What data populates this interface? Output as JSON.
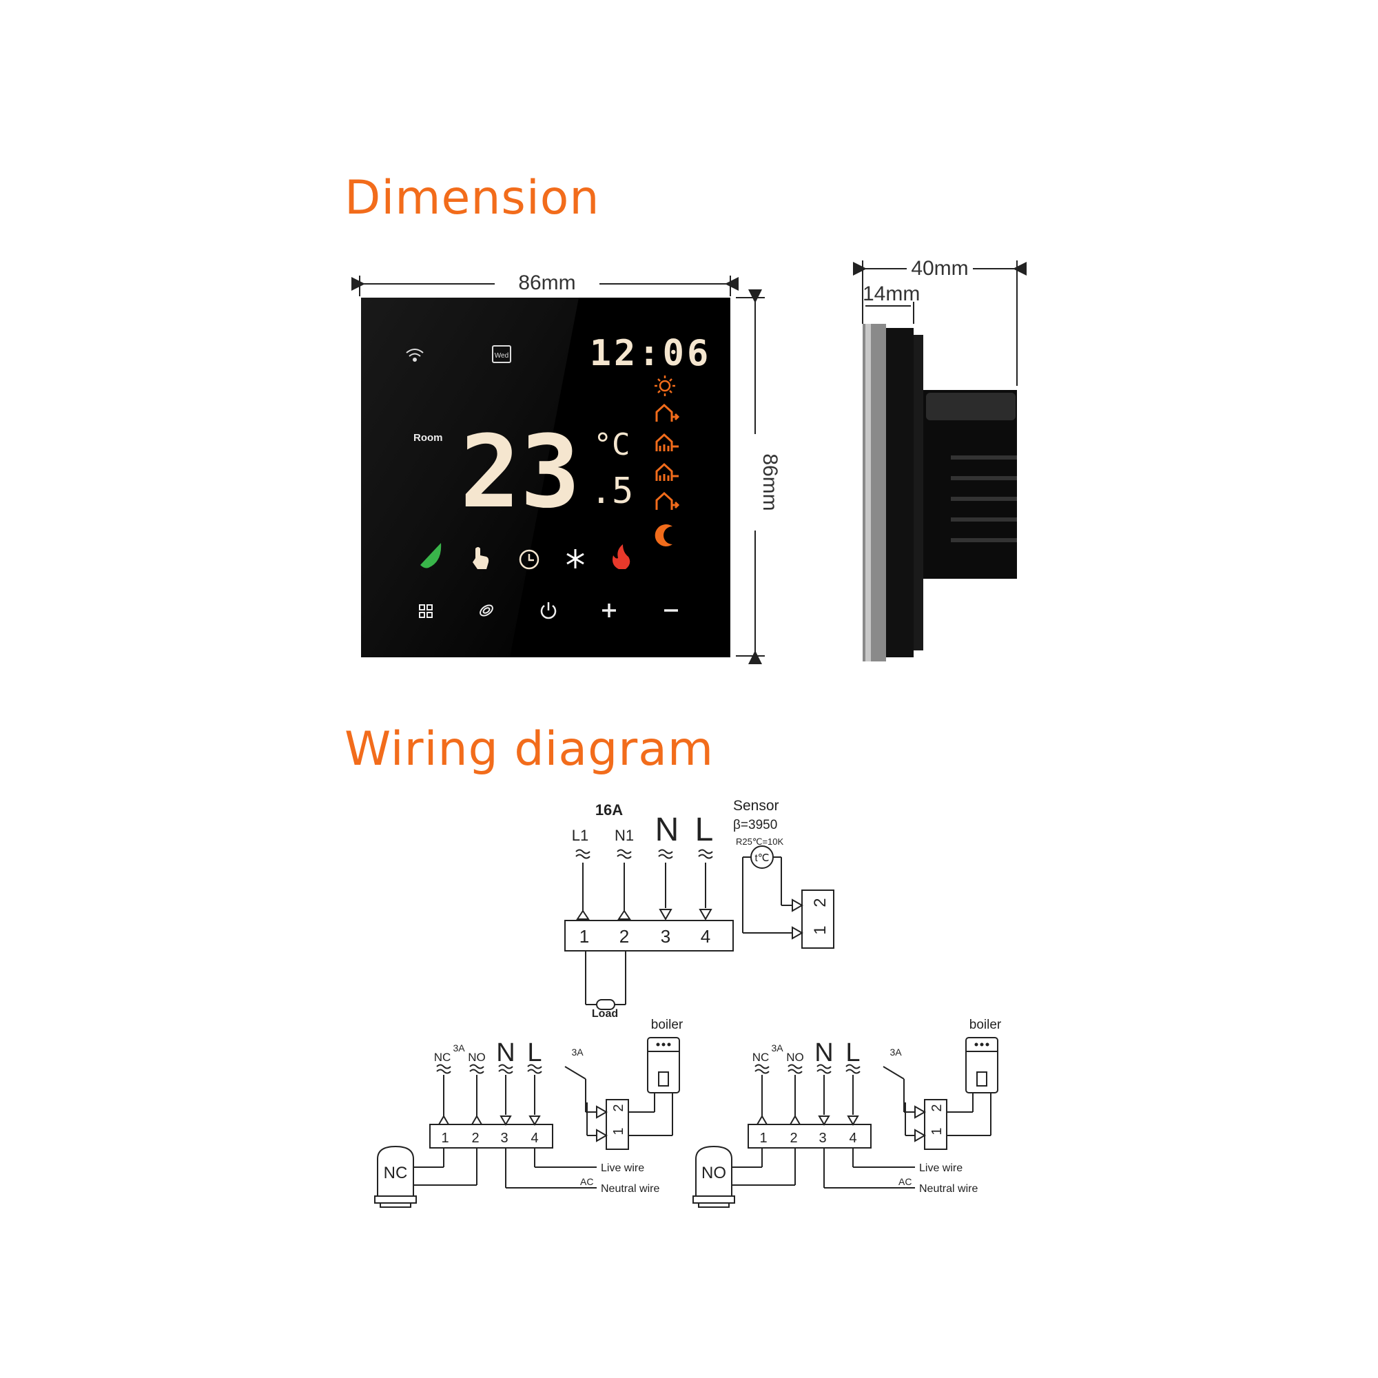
{
  "titles": {
    "dimension": "Dimension",
    "wiring": "Wiring diagram"
  },
  "dimensions": {
    "front_width": "86mm",
    "front_height": "86mm",
    "side_depth": "40mm",
    "side_panel": "14mm"
  },
  "device": {
    "day_label": "Wed",
    "time": "12:06",
    "room_label": "Room",
    "temperature_integer": "23",
    "temperature_decimal": ".5",
    "unit": "°C",
    "colors": {
      "segment": "#f5e6cf",
      "accent": "#f26c1b",
      "leaf": "#39b54a",
      "flame": "#e8392b",
      "body": "#000000"
    },
    "status_icons": [
      "leaf-icon",
      "hand-icon",
      "clock-icon",
      "snowflake-icon",
      "flame-icon"
    ],
    "buttons": [
      "menu-grid-icon",
      "mode-icon",
      "power-icon",
      "plus-icon",
      "minus-icon"
    ],
    "schedule_icons": [
      "sun-icon",
      "home-leave-icon",
      "home-return-icon",
      "home-return-icon",
      "home-leave-icon",
      "moon-icon"
    ]
  },
  "wiring_top": {
    "current": "16A",
    "terminal_labels": [
      "L1",
      "N1",
      "N",
      "L"
    ],
    "terminals": [
      "1",
      "2",
      "3",
      "4"
    ],
    "load_label": "Load",
    "sensor": {
      "title": "Sensor",
      "beta": "β=3950",
      "resistance": "R25℃=10K",
      "symbol": "t℃",
      "pins": [
        "1",
        "2"
      ]
    }
  },
  "wiring_bottom": [
    {
      "terminal_labels": [
        "NC",
        "NO",
        "N",
        "L"
      ],
      "current": "3A",
      "terminals": [
        "1",
        "2",
        "3",
        "4"
      ],
      "valve_label": "NC",
      "boiler_label": "boiler",
      "boiler_current": "3A",
      "boiler_pins": [
        "1",
        "2"
      ],
      "live": "Live wire",
      "ac": "AC",
      "neutral": "Neutral wire"
    },
    {
      "terminal_labels": [
        "NC",
        "NO",
        "N",
        "L"
      ],
      "current": "3A",
      "terminals": [
        "1",
        "2",
        "3",
        "4"
      ],
      "valve_label": "NO",
      "boiler_label": "boiler",
      "boiler_current": "3A",
      "boiler_pins": [
        "1",
        "2"
      ],
      "live": "Live wire",
      "ac": "AC",
      "neutral": "Neutral wire"
    }
  ]
}
